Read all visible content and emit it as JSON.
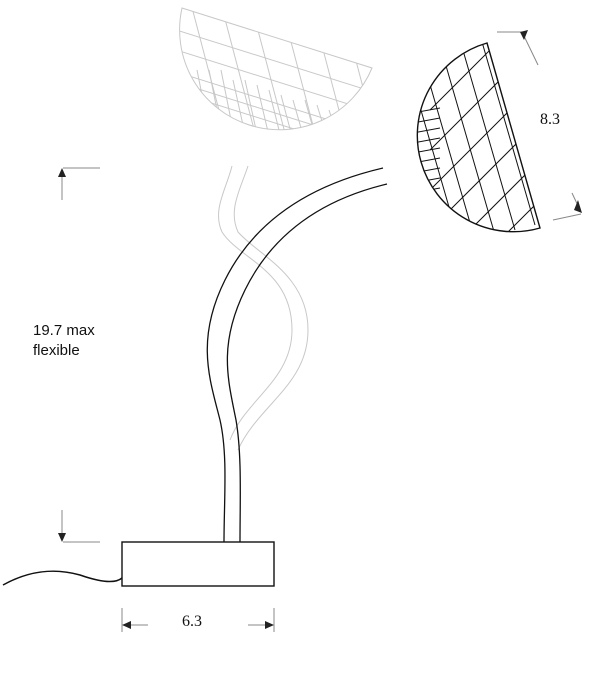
{
  "diagram": {
    "subject": "flexible table lamp dimension drawing",
    "labels": {
      "head_diameter": "8.3",
      "height_line1": "19.7 max",
      "height_line2": "flexible",
      "base_width": "6.3"
    },
    "colors": {
      "line": "#111111",
      "ghost": "#c8c8c8",
      "dimension": "#888888",
      "background": "#ffffff"
    }
  }
}
